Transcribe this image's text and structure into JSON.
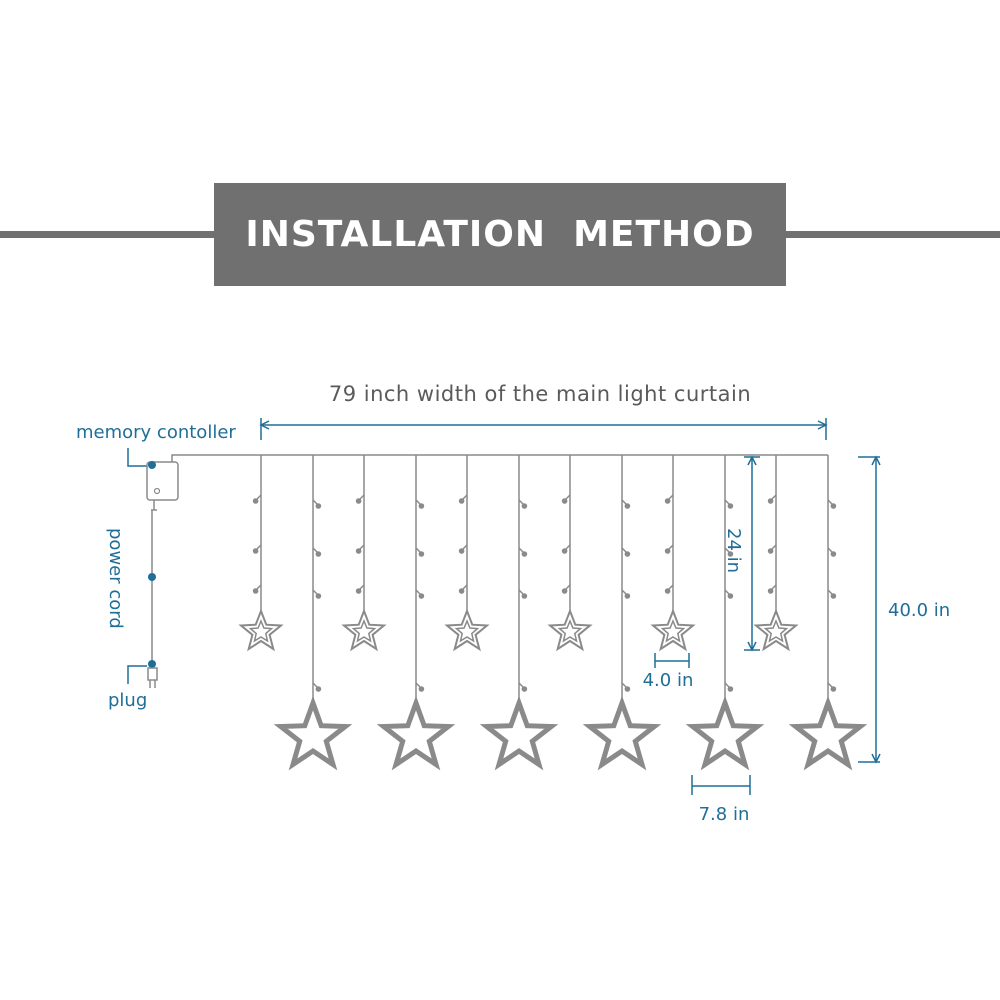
{
  "header": {
    "title": "INSTALLATION  METHOD"
  },
  "labels": {
    "width": "79 inch width of the main light curtain",
    "controller": "memory contoller",
    "power_cord": "power cord",
    "plug": "plug",
    "height_total": "40.0 in",
    "height_short": "24 in",
    "small_star_width": "4.0 in",
    "large_star_width": "7.8 in"
  },
  "colors": {
    "dimension": "#1f6e97",
    "wire": "#8a8a8a",
    "header_bg": "#707070",
    "header_text": "#ffffff"
  },
  "counts": {
    "strands": 12,
    "small_stars": 6,
    "large_stars": 6
  }
}
